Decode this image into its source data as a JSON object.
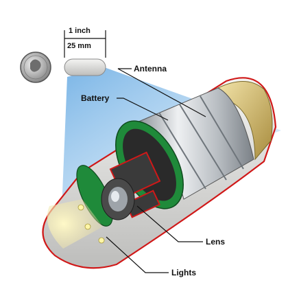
{
  "dimension": {
    "inches": "1 inch",
    "mm": "25 mm"
  },
  "labels": {
    "antenna": "Antenna",
    "battery": "Battery",
    "lens": "Lens",
    "lights": "Lights"
  },
  "colors": {
    "beam": "#8ec3ee",
    "shell_outline": "#d01818",
    "board_green": "#1f8a3a",
    "battery_silver": "#c9ced3",
    "cap_gold": "#d7c27a"
  }
}
